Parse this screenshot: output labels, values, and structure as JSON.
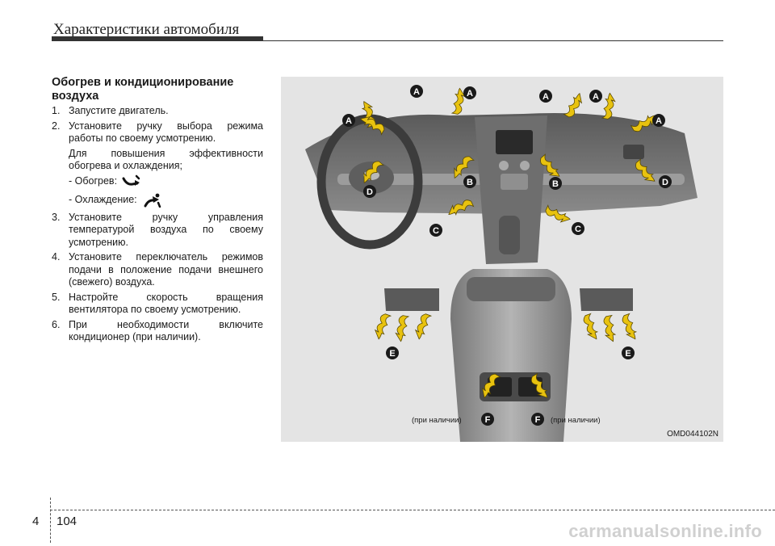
{
  "header": {
    "title": "Характеристики автомобиля"
  },
  "section": {
    "title": "Обогрев и кондиционирование воздуха"
  },
  "steps": [
    {
      "num": "1.",
      "text": "Запустите двигатель."
    },
    {
      "num": "2.",
      "text": "Установите ручку выбора режима работы по своему усмотрению.",
      "note": "Для повышения эффективности обогрева и охлаждения;",
      "heating": "- Обогрев:",
      "cooling": "- Охлаждение:"
    },
    {
      "num": "3.",
      "text": "Установите ручку управления температурой воздуха по своему усмотрению."
    },
    {
      "num": "4.",
      "text": "Установите переключатель режимов подачи в положение подачи внешнего (свежего) воздуха."
    },
    {
      "num": "5.",
      "text": "Настройте скорость вращения вентилятора по своему усмотрению."
    },
    {
      "num": "6.",
      "text": "При необходимости включите кондиционер (при наличии)."
    }
  ],
  "figure": {
    "code": "OMD044102N",
    "optional_left": "(при наличии)",
    "optional_right": "(при наличии)",
    "labels": [
      "A",
      "A",
      "A",
      "A",
      "A",
      "A",
      "B",
      "B",
      "C",
      "C",
      "D",
      "D",
      "E",
      "E",
      "F",
      "F"
    ],
    "arrow_color": "#e8c20f",
    "label_badge_color": "#1a1a1a"
  },
  "footer": {
    "chapter": "4",
    "page": "104",
    "watermark": "carmanualsonline.info"
  }
}
